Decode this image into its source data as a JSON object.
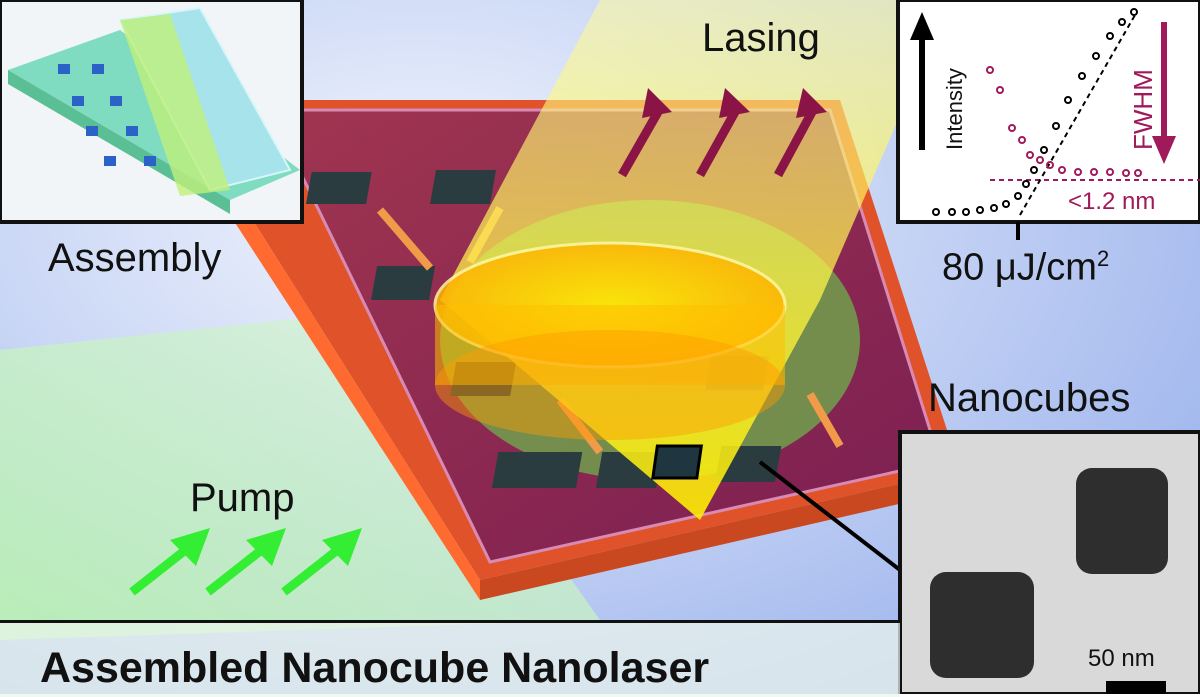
{
  "labels": {
    "lasing": "Lasing",
    "assembly": "Assembly",
    "nanocubes": "Nanocubes",
    "pump": "Pump",
    "intensity": "Intensity",
    "fwhm": "FWHM",
    "linewidth": "<1.2 nm",
    "fluence_value": "80 μJ/cm",
    "fluence_exp": "2",
    "scale_bar": "50 nm"
  },
  "title": "Assembled Nanocube Nanolaser",
  "colors": {
    "lasing_beam": "#fff200",
    "lasing_arrow": "#8b1446",
    "pump_arrow": "#33ee33",
    "fwhm": "#a0195a",
    "substrate": "#e85a2a"
  }
}
